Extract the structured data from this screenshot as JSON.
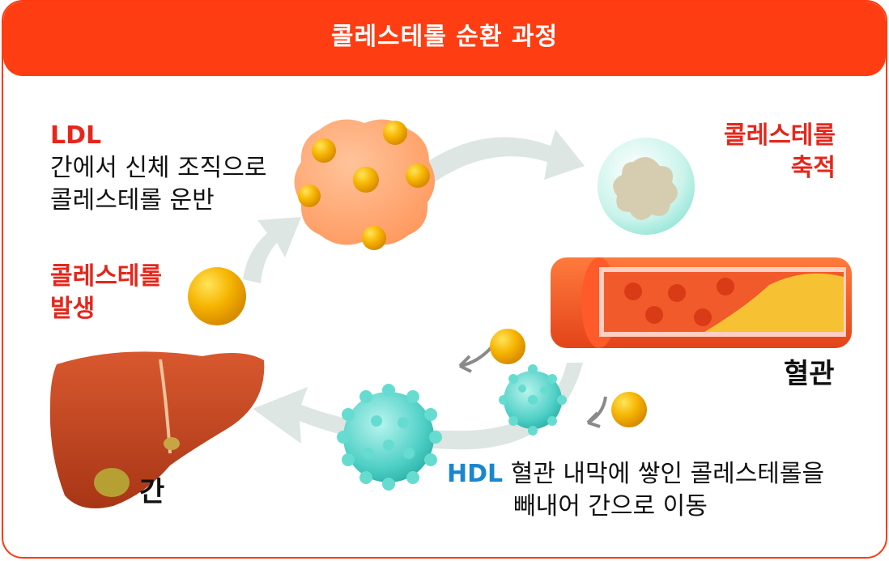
{
  "title": "콜레스테롤 순환 과정",
  "labels": {
    "ldl_term": "LDL",
    "ldl_desc_1": "간에서 신체 조직으로",
    "ldl_desc_2": "콜레스테롤 운반",
    "generation_1": "콜레스테롤",
    "generation_2": "발생",
    "accumulation_1": "콜레스테롤",
    "accumulation_2": "축적",
    "vessel": "혈관",
    "liver": "간",
    "hdl_term": "HDL",
    "hdl_desc_1": "혈관 내막에 쌓인 콜레스테롤을",
    "hdl_desc_2": "빼내어 간으로 이동"
  },
  "colors": {
    "accent": "#ff3d12",
    "label_red": "#e5261b",
    "hdl_blue": "#1a86d0"
  }
}
